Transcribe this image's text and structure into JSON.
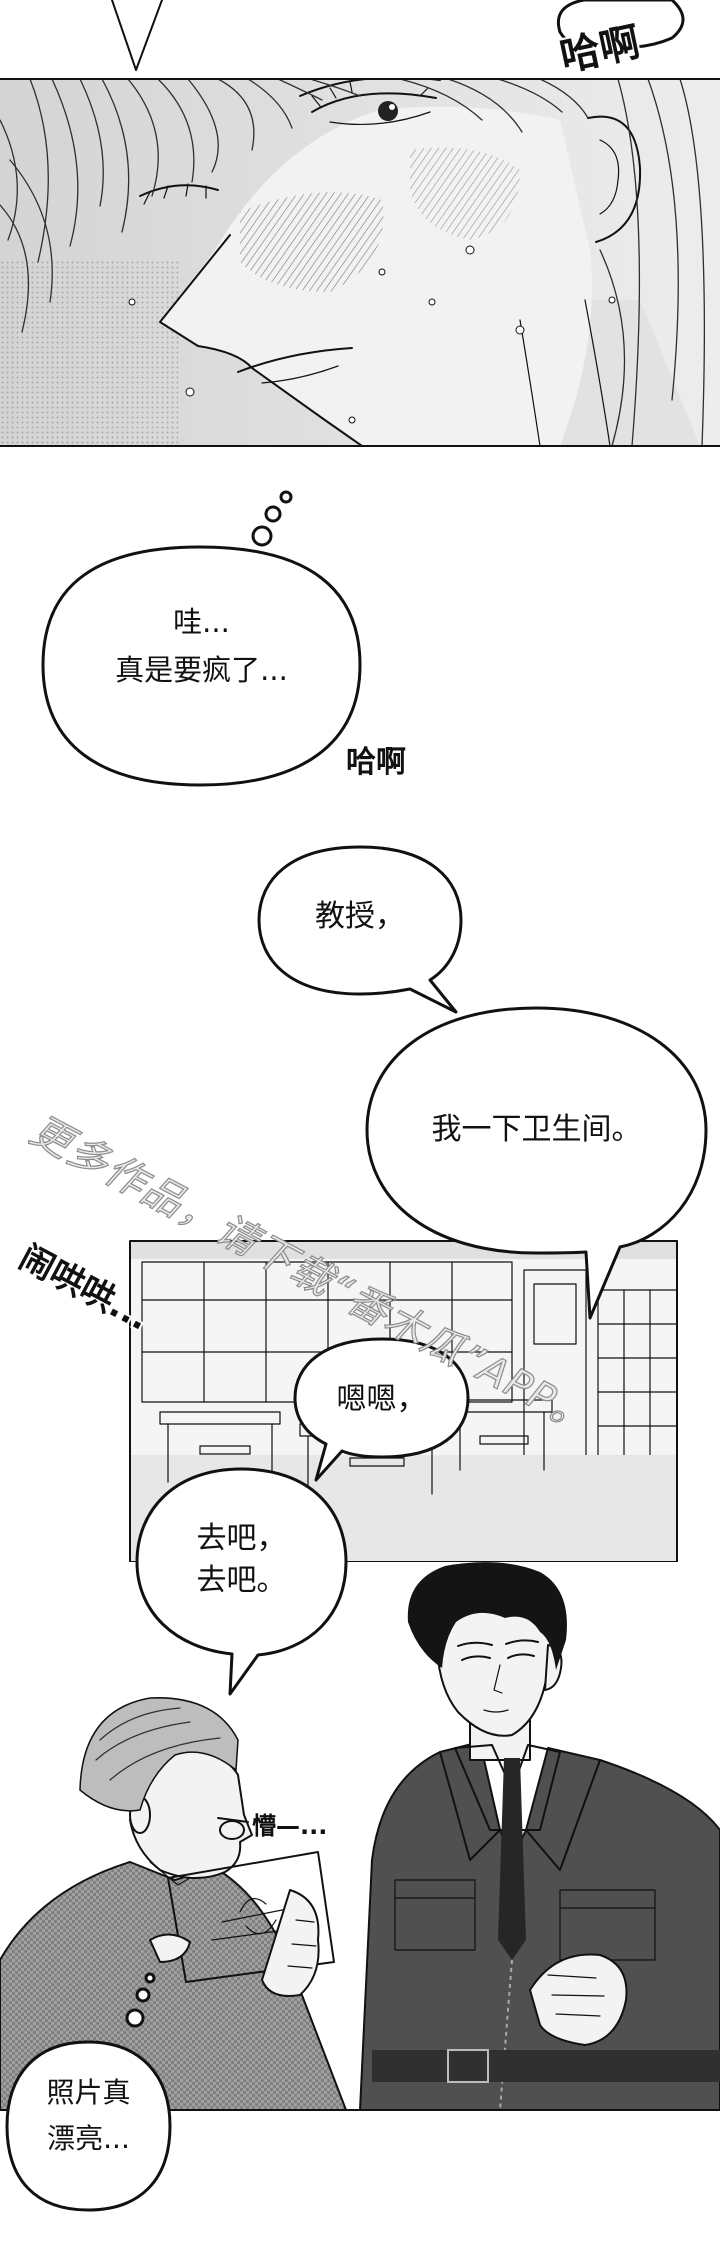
{
  "sfx": {
    "top_haa": "哈啊",
    "mid_haa": "哈啊",
    "noisy": "闹哄哄...",
    "dazed": "懵—..."
  },
  "bubbles": {
    "thought_crazy": [
      "哇...",
      "真是要疯了..."
    ],
    "professor": "教授，",
    "restroom": "我一下卫生间。",
    "agree": "嗯嗯，",
    "go": [
      "去吧，",
      "去吧。"
    ],
    "photo": [
      "照片真",
      "漂亮..."
    ]
  },
  "watermark": "更多作品，请下载“番木瓜”APP。",
  "colors": {
    "ink": "#111111",
    "paper": "#ffffff",
    "tone": "#cfcfcf",
    "jacket": "#505050",
    "skin": "#f3f3f3"
  }
}
